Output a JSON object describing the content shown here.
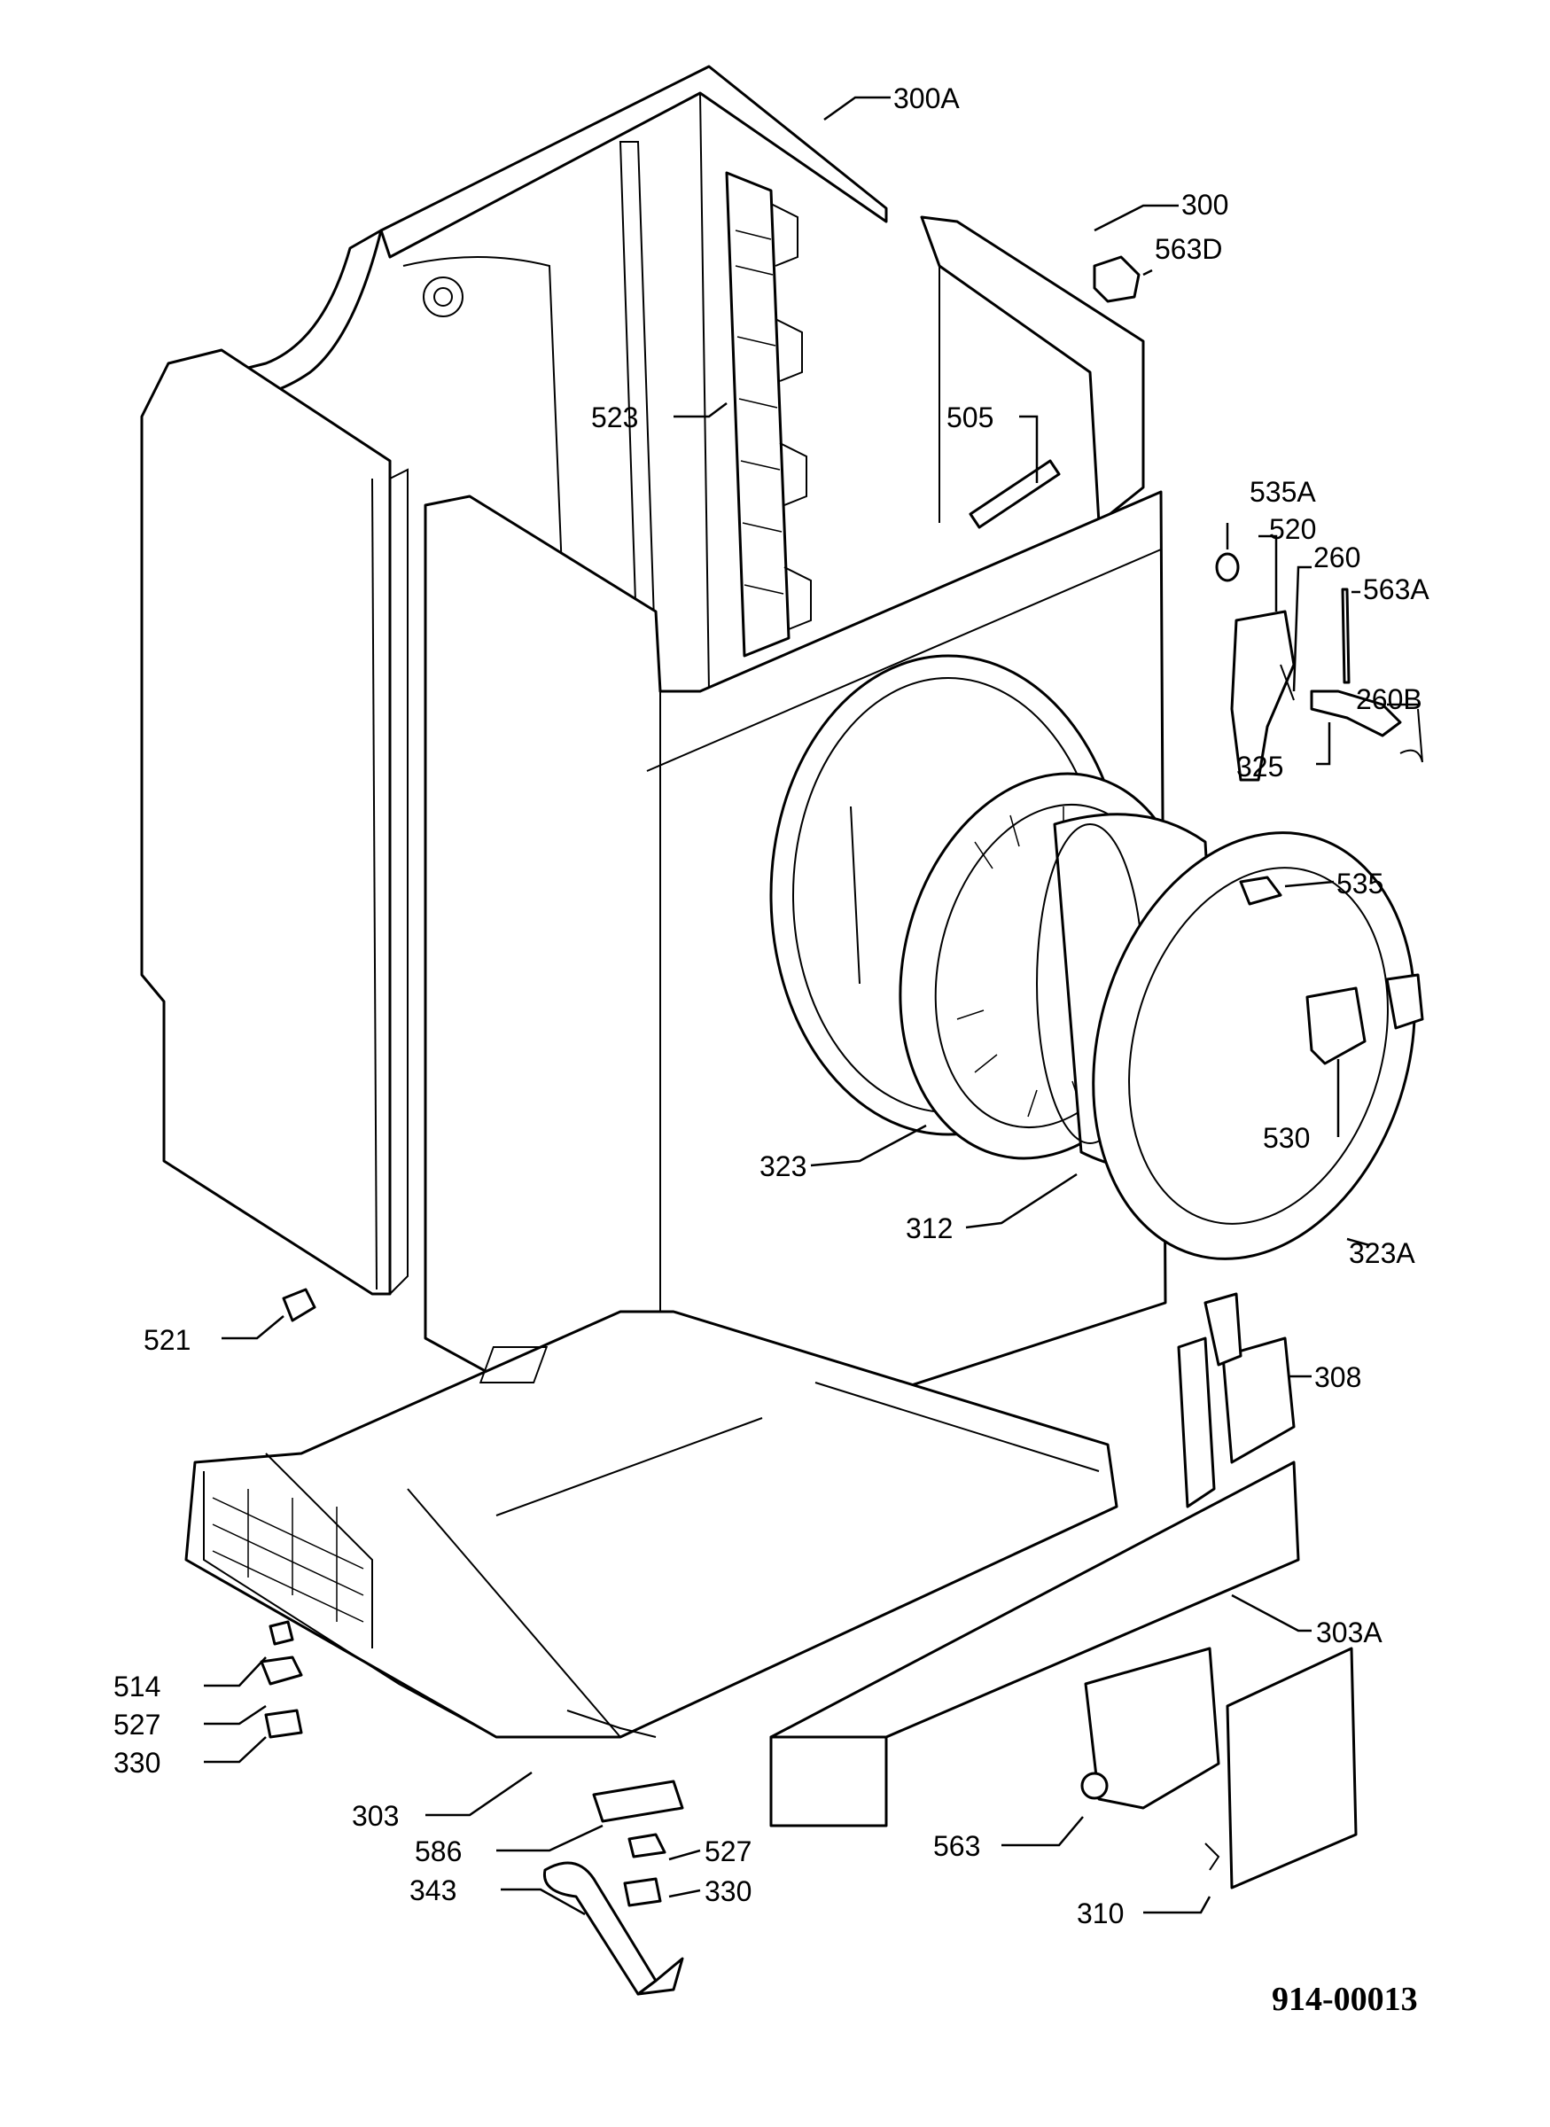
{
  "document_id": "914-00013",
  "colors": {
    "line": "#000000",
    "background": "#ffffff"
  },
  "callouts": [
    {
      "id": "c300A",
      "text": "300A"
    },
    {
      "id": "c300",
      "text": "300"
    },
    {
      "id": "c563D",
      "text": "563D"
    },
    {
      "id": "c523",
      "text": "523"
    },
    {
      "id": "c505",
      "text": "505"
    },
    {
      "id": "c535A",
      "text": "535A"
    },
    {
      "id": "c520",
      "text": "520"
    },
    {
      "id": "c260",
      "text": "260"
    },
    {
      "id": "c563A",
      "text": "563A"
    },
    {
      "id": "c260B",
      "text": "260B"
    },
    {
      "id": "c325",
      "text": "325"
    },
    {
      "id": "c535",
      "text": "535"
    },
    {
      "id": "c530",
      "text": "530"
    },
    {
      "id": "c323",
      "text": "323"
    },
    {
      "id": "c312",
      "text": "312"
    },
    {
      "id": "c323A",
      "text": "323A"
    },
    {
      "id": "c521",
      "text": "521"
    },
    {
      "id": "c308",
      "text": "308"
    },
    {
      "id": "c303A",
      "text": "303A"
    },
    {
      "id": "c514",
      "text": "514"
    },
    {
      "id": "c527L",
      "text": "527"
    },
    {
      "id": "c330L",
      "text": "330"
    },
    {
      "id": "c303",
      "text": "303"
    },
    {
      "id": "c586",
      "text": "586"
    },
    {
      "id": "c527R",
      "text": "527"
    },
    {
      "id": "c343",
      "text": "343"
    },
    {
      "id": "c330R",
      "text": "330"
    },
    {
      "id": "c563",
      "text": "563"
    },
    {
      "id": "c310",
      "text": "310"
    }
  ],
  "parts": [
    {
      "id": "cabinet-frame"
    },
    {
      "id": "side-panel-left"
    },
    {
      "id": "front-panel"
    },
    {
      "id": "door-seal-ring"
    },
    {
      "id": "drum-opening"
    },
    {
      "id": "door"
    },
    {
      "id": "base-frame"
    },
    {
      "id": "plinth"
    },
    {
      "id": "hinge"
    },
    {
      "id": "filter-flap"
    },
    {
      "id": "wrench"
    },
    {
      "id": "lock-assembly"
    }
  ]
}
